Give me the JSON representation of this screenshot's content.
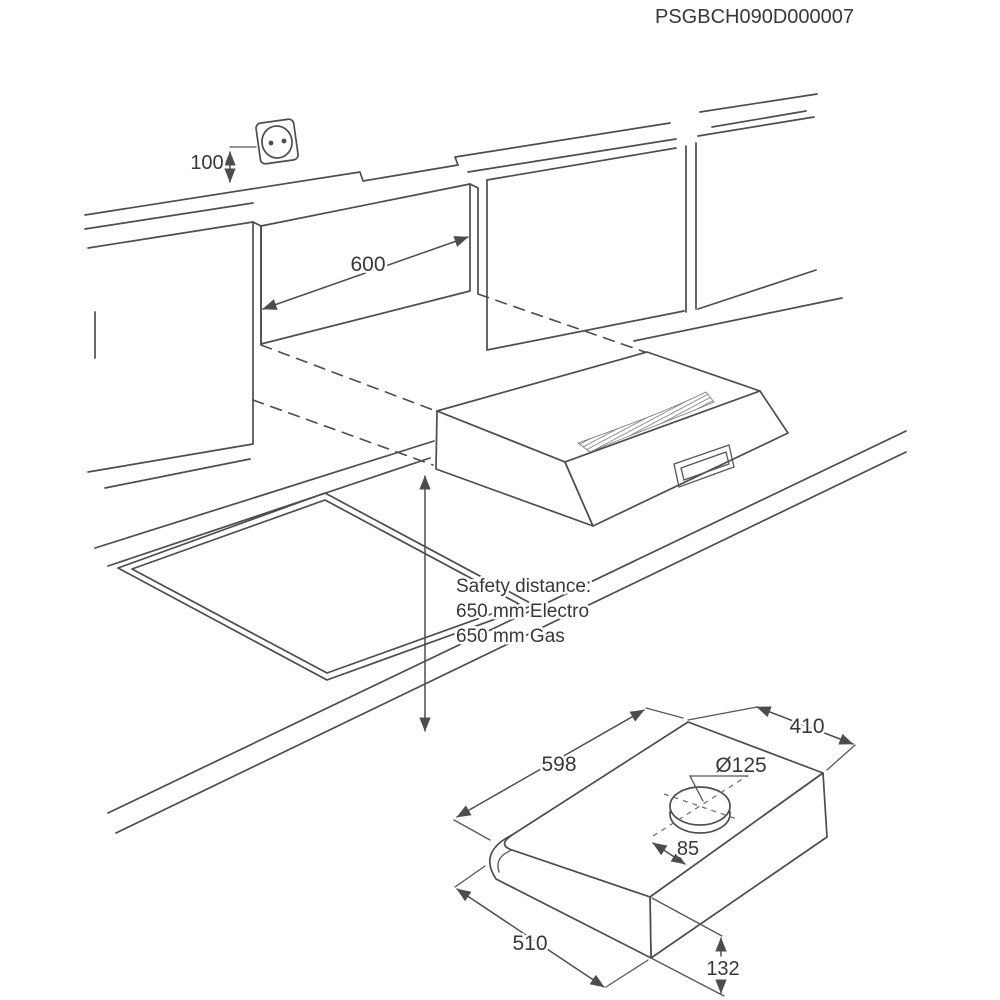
{
  "page": {
    "background": "#ffffff",
    "line_color": "#4d4d4d",
    "text_color": "#383838"
  },
  "header": {
    "product_code": "PSGBCH090D000007"
  },
  "installation_view": {
    "socket_icon": "power-socket",
    "socket_distance_mm": "100",
    "niche_width_mm": "600",
    "safety_note": {
      "line1": "Safety distance:",
      "line2": "650 mm Electro",
      "line3": "650 mm Gas"
    }
  },
  "dimension_view": {
    "width_mm": "598",
    "depth_mm": "410",
    "duct_diameter": "Ø125",
    "duct_offset_mm": "85",
    "bottom_depth_mm": "510",
    "height_mm": "132"
  }
}
